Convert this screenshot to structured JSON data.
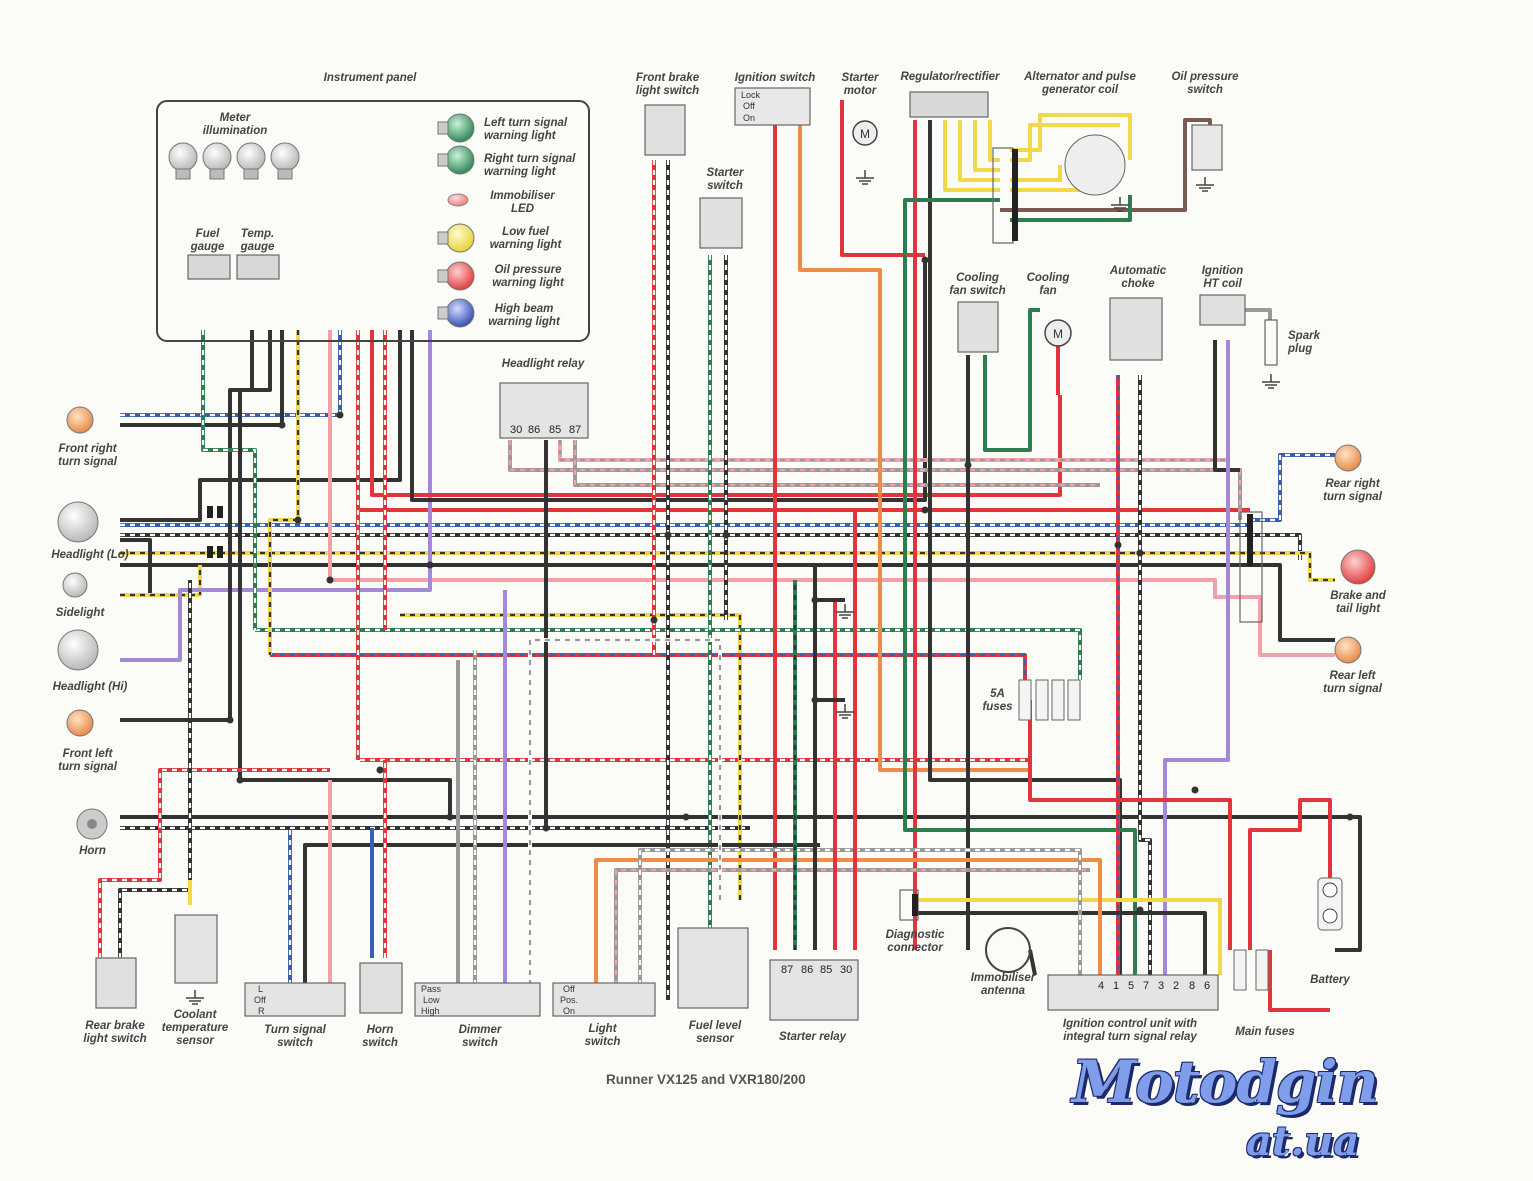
{
  "title": "Runner VX125 and VXR180/200",
  "logo": {
    "main": "Motodgin",
    "sub": "at.ua"
  },
  "instrument_panel": {
    "title": "Instrument panel",
    "meter_illumination": "Meter\nillumination",
    "fuel_gauge": "Fuel\ngauge",
    "temp_gauge": "Temp.\ngauge",
    "left_turn": "Left turn signal\nwarning  light",
    "right_turn": "Right turn signal\nwarning  light",
    "immobiliser_led": "Immobiliser\nLED",
    "low_fuel": "Low fuel\nwarning light",
    "oil_pressure": "Oil pressure\nwarning light",
    "high_beam": "High beam\nwarning light"
  },
  "components": {
    "front_brake_switch": "Front brake\nlight switch",
    "ignition_switch": "Ignition switch",
    "ignition_positions": [
      "Lock",
      "Off",
      "On"
    ],
    "starter_motor": "Starter\nmotor",
    "regulator": "Regulator/rectifier",
    "alternator": "Alternator and pulse\ngenerator coil",
    "oil_pressure_switch": "Oil pressure\nswitch",
    "starter_switch": "Starter\nswitch",
    "cooling_fan_switch": "Cooling\nfan switch",
    "cooling_fan": "Cooling\nfan",
    "automatic_choke": "Automatic\nchoke",
    "ignition_ht_coil": "Ignition\nHT coil",
    "spark_plug": "Spark\nplug",
    "headlight_relay": "Headlight relay",
    "headlight_relay_pins": [
      "30",
      "86",
      "85",
      "87"
    ],
    "front_right_turn": "Front right\nturn signal",
    "headlight_lo": "Headlight (Lo)",
    "sidelight": "Sidelight",
    "headlight_hi": "Headlight (Hi)",
    "front_left_turn": "Front left\nturn signal",
    "horn": "Horn",
    "rear_right_turn": "Rear right\nturn signal",
    "brake_tail": "Brake and\ntail light",
    "rear_left_turn": "Rear left\nturn signal",
    "fuses_5a": "5A\nfuses",
    "rear_brake_switch": "Rear brake\nlight switch",
    "coolant_sensor": "Coolant\ntemperature\nsensor",
    "turn_signal_switch": "Turn signal\nswitch",
    "turn_positions": [
      "L",
      "Off",
      "R"
    ],
    "horn_switch": "Horn\nswitch",
    "dimmer_switch": "Dimmer\nswitch",
    "dimmer_positions": [
      "Pass",
      "Low",
      "High"
    ],
    "light_switch": "Light\nswitch",
    "light_positions": [
      "Off",
      "Pos.",
      "On"
    ],
    "fuel_level_sensor": "Fuel level\nsensor",
    "starter_relay": "Starter relay",
    "starter_relay_pins": [
      "87",
      "86",
      "85",
      "30"
    ],
    "diagnostic_connector": "Diagnostic\nconnector",
    "immobiliser_antenna": "Immobiliser\nantenna",
    "icu": "Ignition control unit with\nintegral turn signal relay",
    "icu_pins": [
      "4",
      "1",
      "5",
      "7",
      "3",
      "2",
      "8",
      "6"
    ],
    "main_fuses": "Main fuses",
    "battery": "Battery"
  },
  "colors": {
    "red": "#e0353c",
    "black": "#333333",
    "green": "#2e7d4f",
    "blue": "#3a5fb0",
    "yellow": "#f0d84a",
    "orange": "#f08c4a",
    "pink": "#f4a0a8",
    "grey": "#9a9a9a",
    "violet": "#a48ad6",
    "brown": "#7a5a52",
    "white": "#ffffff"
  }
}
